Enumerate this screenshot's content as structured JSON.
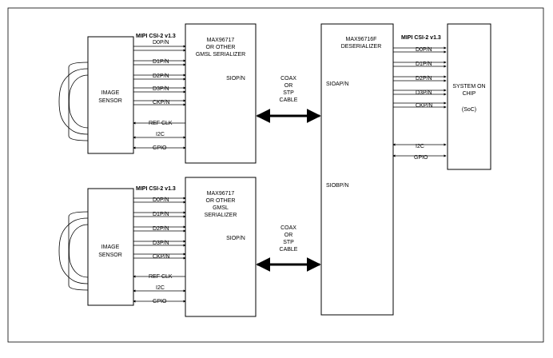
{
  "mipi_label": "MIPI CSI-2 v1.3",
  "serializer_top": {
    "line1": "MAX96717",
    "line2": "OR OTHER",
    "line3": "GMSL SERIALIZER",
    "port": "SIOP/N"
  },
  "serializer_bottom": {
    "line1": "MAX96717",
    "line2": "OR OTHER",
    "line3": "GMSL",
    "line4": "SERIALIZER",
    "port": "SIOP/N"
  },
  "deserializer": {
    "line1": "MAX96716F",
    "line2": "DESERIALIZER",
    "port_a": "SIOAP/N",
    "port_b": "SIOBP/N"
  },
  "sensor": {
    "line1": "IMAGE",
    "line2": "SENSOR"
  },
  "soc": {
    "line1": "SYSTEM ON",
    "line2": "CHIP",
    "line3": "(SoC)"
  },
  "cable": {
    "line1": "COAX",
    "line2": "OR",
    "line3": "STP",
    "line4": "CABLE"
  },
  "lanes": [
    "D0P/N",
    "D1P/N",
    "D2P/N",
    "D3P/N",
    "CKP/N"
  ],
  "ref_clk": "REF CLK",
  "i2c": "I2C",
  "gpio": "GPIO"
}
